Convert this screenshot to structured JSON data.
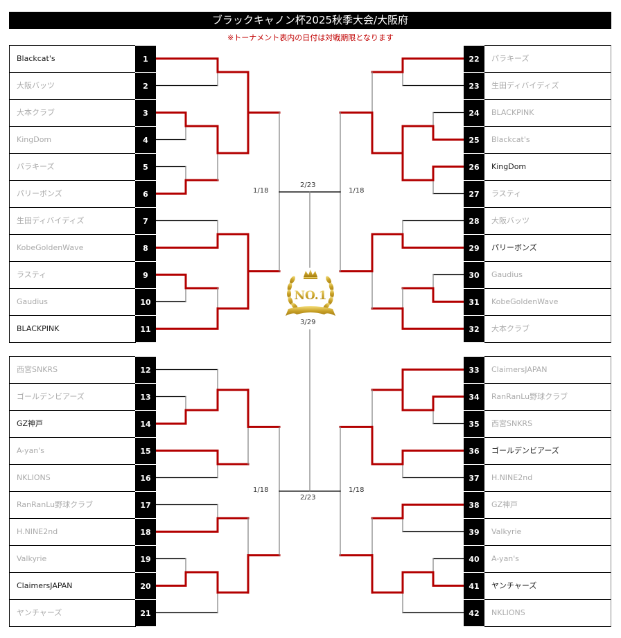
{
  "title": "ブラックキャノン杯2025秋季大会/大阪府",
  "note": "※トーナメント表内の日付は対戦期限となります",
  "colors": {
    "red": "#b30000",
    "line": "#000000",
    "gray": "#888888",
    "gold": "#c9a227"
  },
  "trophy": {
    "text": "NO.1",
    "icon": "crown-laurel-icon"
  },
  "final_date": "3/29",
  "semi_dates": [
    "2/23",
    "2/23"
  ],
  "quadrants": [
    {
      "id": "tl",
      "side": "left",
      "block": 0,
      "date": "1/18",
      "teams": [
        {
          "no": "1",
          "name": "Blackcat's",
          "win": true
        },
        {
          "no": "2",
          "name": "大阪バッツ",
          "win": false
        },
        {
          "no": "3",
          "name": "大本クラブ",
          "win": false
        },
        {
          "no": "4",
          "name": "KingDom",
          "win": false
        },
        {
          "no": "5",
          "name": "パラキーズ",
          "win": false
        },
        {
          "no": "6",
          "name": "パリーボンズ",
          "win": false
        },
        {
          "no": "7",
          "name": "生田ディバイディズ",
          "win": false
        },
        {
          "no": "8",
          "name": "KobeGoldenWave",
          "win": false
        },
        {
          "no": "9",
          "name": "ラスティ",
          "win": false
        },
        {
          "no": "10",
          "name": "Gaudius",
          "win": false
        },
        {
          "no": "11",
          "name": "BLACKPINK",
          "win": true
        }
      ],
      "matches": [
        {
          "id": "a",
          "col": 1,
          "in": [
            "t0",
            "t1"
          ],
          "red": [
            true,
            false
          ]
        },
        {
          "id": "b",
          "col": 0,
          "in": [
            "t2",
            "t3"
          ],
          "red": [
            true,
            false
          ]
        },
        {
          "id": "c",
          "col": 0,
          "in": [
            "t4",
            "t5"
          ],
          "red": [
            false,
            true
          ]
        },
        {
          "id": "d",
          "col": 1,
          "in": [
            "b",
            "c"
          ],
          "red": [
            true,
            false
          ]
        },
        {
          "id": "e",
          "col": 2,
          "in": [
            "a",
            "d"
          ],
          "red": [
            true,
            true
          ]
        },
        {
          "id": "f",
          "col": 1,
          "in": [
            "t6",
            "t7"
          ],
          "red": [
            false,
            true
          ]
        },
        {
          "id": "g",
          "col": 0,
          "in": [
            "t8",
            "t9"
          ],
          "red": [
            true,
            false
          ]
        },
        {
          "id": "h",
          "col": 1,
          "in": [
            "g",
            "t10"
          ],
          "red": [
            false,
            true
          ]
        },
        {
          "id": "i",
          "col": 2,
          "in": [
            "f",
            "h"
          ],
          "red": [
            true,
            true
          ]
        },
        {
          "id": "F",
          "col": 3,
          "in": [
            "e",
            "i"
          ],
          "red": [
            false,
            false
          ]
        }
      ]
    },
    {
      "id": "tr",
      "side": "right",
      "block": 0,
      "date": "1/18",
      "teams": [
        {
          "no": "22",
          "name": "パラキーズ",
          "win": false
        },
        {
          "no": "23",
          "name": "生田ディバイディズ",
          "win": false
        },
        {
          "no": "24",
          "name": "BLACKPINK",
          "win": false
        },
        {
          "no": "25",
          "name": "Blackcat's",
          "win": false
        },
        {
          "no": "26",
          "name": "KingDom",
          "win": true
        },
        {
          "no": "27",
          "name": "ラスティ",
          "win": false
        },
        {
          "no": "28",
          "name": "大阪バッツ",
          "win": false
        },
        {
          "no": "29",
          "name": "パリーボンズ",
          "win": true
        },
        {
          "no": "30",
          "name": "Gaudius",
          "win": false
        },
        {
          "no": "31",
          "name": "KobeGoldenWave",
          "win": false
        },
        {
          "no": "32",
          "name": "大本クラブ",
          "win": false
        }
      ],
      "matches": [
        {
          "id": "a",
          "col": 1,
          "in": [
            "t0",
            "t1"
          ],
          "red": [
            true,
            false
          ]
        },
        {
          "id": "b",
          "col": 0,
          "in": [
            "t2",
            "t3"
          ],
          "red": [
            false,
            true
          ]
        },
        {
          "id": "c",
          "col": 0,
          "in": [
            "t4",
            "t5"
          ],
          "red": [
            true,
            false
          ]
        },
        {
          "id": "d",
          "col": 1,
          "in": [
            "b",
            "c"
          ],
          "red": [
            true,
            true
          ]
        },
        {
          "id": "e",
          "col": 2,
          "in": [
            "a",
            "d"
          ],
          "red": [
            false,
            true
          ]
        },
        {
          "id": "f",
          "col": 1,
          "in": [
            "t6",
            "t7"
          ],
          "red": [
            false,
            true
          ]
        },
        {
          "id": "g",
          "col": 0,
          "in": [
            "t8",
            "t9"
          ],
          "red": [
            false,
            true
          ]
        },
        {
          "id": "h",
          "col": 1,
          "in": [
            "g",
            "t10"
          ],
          "red": [
            false,
            true
          ]
        },
        {
          "id": "i",
          "col": 2,
          "in": [
            "f",
            "h"
          ],
          "red": [
            true,
            false
          ]
        },
        {
          "id": "F",
          "col": 3,
          "in": [
            "e",
            "i"
          ],
          "red": [
            false,
            false
          ]
        }
      ]
    },
    {
      "id": "bl",
      "side": "left",
      "block": 1,
      "date": "1/18",
      "teams": [
        {
          "no": "12",
          "name": "西宮SNKRS",
          "win": false
        },
        {
          "no": "13",
          "name": "ゴールデンビアーズ",
          "win": false
        },
        {
          "no": "14",
          "name": "GZ神戸",
          "win": true
        },
        {
          "no": "15",
          "name": "A-yan's",
          "win": false
        },
        {
          "no": "16",
          "name": "NKLIONS",
          "win": false
        },
        {
          "no": "17",
          "name": "RanRanLu野球クラブ",
          "win": false
        },
        {
          "no": "18",
          "name": "H.NINE2nd",
          "win": false
        },
        {
          "no": "19",
          "name": "Valkyrie",
          "win": false
        },
        {
          "no": "20",
          "name": "ClaimersJAPAN",
          "win": true
        },
        {
          "no": "21",
          "name": "ヤンチャーズ",
          "win": false
        }
      ],
      "matches": [
        {
          "id": "a",
          "col": 0,
          "in": [
            "t1",
            "t2"
          ],
          "red": [
            false,
            true
          ]
        },
        {
          "id": "b",
          "col": 1,
          "in": [
            "t0",
            "a"
          ],
          "red": [
            false,
            true
          ]
        },
        {
          "id": "c",
          "col": 1,
          "in": [
            "t3",
            "t4"
          ],
          "red": [
            true,
            false
          ]
        },
        {
          "id": "d",
          "col": 2,
          "in": [
            "b",
            "c"
          ],
          "red": [
            true,
            false
          ]
        },
        {
          "id": "e",
          "col": 1,
          "in": [
            "t5",
            "t6"
          ],
          "red": [
            false,
            true
          ]
        },
        {
          "id": "f",
          "col": 0,
          "in": [
            "t7",
            "t8"
          ],
          "red": [
            false,
            true
          ]
        },
        {
          "id": "g",
          "col": 1,
          "in": [
            "f",
            "t9"
          ],
          "red": [
            true,
            false
          ]
        },
        {
          "id": "h",
          "col": 2,
          "in": [
            "e",
            "g"
          ],
          "red": [
            false,
            true
          ]
        },
        {
          "id": "F",
          "col": 3,
          "in": [
            "d",
            "h"
          ],
          "red": [
            false,
            false
          ]
        }
      ]
    },
    {
      "id": "br",
      "side": "right",
      "block": 1,
      "date": "1/18",
      "teams": [
        {
          "no": "33",
          "name": "ClaimersJAPAN",
          "win": false
        },
        {
          "no": "34",
          "name": "RanRanLu野球クラブ",
          "win": false
        },
        {
          "no": "35",
          "name": "西宮SNKRS",
          "win": false
        },
        {
          "no": "36",
          "name": "ゴールデンビアーズ",
          "win": true
        },
        {
          "no": "37",
          "name": "H.NINE2nd",
          "win": false
        },
        {
          "no": "38",
          "name": "GZ神戸",
          "win": false
        },
        {
          "no": "39",
          "name": "Valkyrie",
          "win": false
        },
        {
          "no": "40",
          "name": "A-yan's",
          "win": false
        },
        {
          "no": "41",
          "name": "ヤンチャーズ",
          "win": true
        },
        {
          "no": "42",
          "name": "NKLIONS",
          "win": false
        }
      ],
      "matches": [
        {
          "id": "a",
          "col": 0,
          "in": [
            "t1",
            "t2"
          ],
          "red": [
            true,
            false
          ]
        },
        {
          "id": "b",
          "col": 1,
          "in": [
            "t0",
            "a"
          ],
          "red": [
            true,
            true
          ]
        },
        {
          "id": "c",
          "col": 1,
          "in": [
            "t3",
            "t4"
          ],
          "red": [
            true,
            false
          ]
        },
        {
          "id": "d",
          "col": 2,
          "in": [
            "b",
            "c"
          ],
          "red": [
            false,
            true
          ]
        },
        {
          "id": "e",
          "col": 1,
          "in": [
            "t5",
            "t6"
          ],
          "red": [
            true,
            false
          ]
        },
        {
          "id": "f",
          "col": 0,
          "in": [
            "t7",
            "t8"
          ],
          "red": [
            false,
            true
          ]
        },
        {
          "id": "g",
          "col": 1,
          "in": [
            "f",
            "t9"
          ],
          "red": [
            true,
            false
          ]
        },
        {
          "id": "h",
          "col": 2,
          "in": [
            "e",
            "g"
          ],
          "red": [
            false,
            true
          ]
        },
        {
          "id": "F",
          "col": 3,
          "in": [
            "d",
            "h"
          ],
          "red": [
            false,
            false
          ]
        }
      ]
    }
  ]
}
